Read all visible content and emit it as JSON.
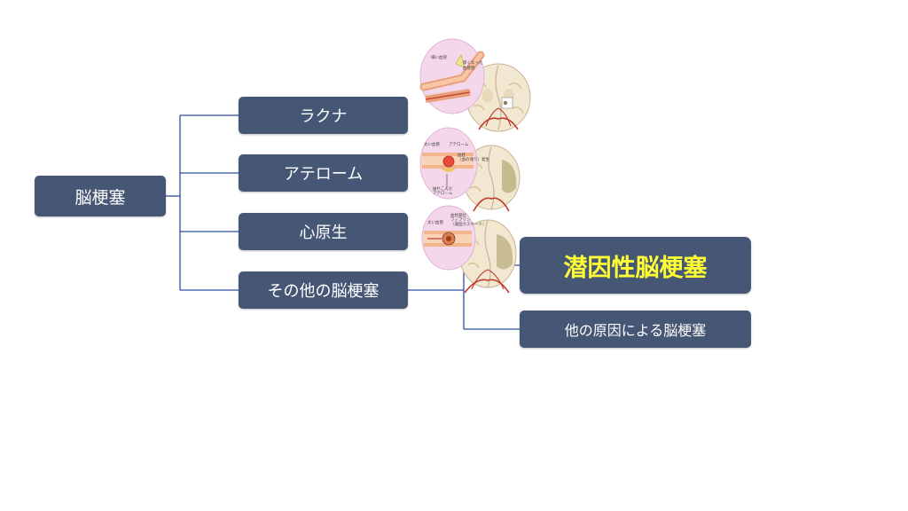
{
  "root": {
    "label": "脳梗塞"
  },
  "subtypes": [
    {
      "label": "ラクナ"
    },
    {
      "label": "アテローム"
    },
    {
      "label": "心原生"
    },
    {
      "label": "その他の脳梗塞"
    }
  ],
  "other_children": [
    {
      "label": "潜因性脳梗塞"
    },
    {
      "label": "他の原因による脳梗塞"
    }
  ],
  "illustrations": {
    "lacuna": {
      "labels": [
        "細い血管",
        "厚くなった",
        "血管壁"
      ]
    },
    "athero": {
      "labels": [
        "太い血管",
        "アテローム",
        "血栓",
        "（血の塊り）発生",
        "破れこんだ",
        "アテローム"
      ]
    },
    "cardio": {
      "labels": [
        "太い血管",
        "血栓部位",
        "フィブリン",
        "（凝固カスケード）"
      ]
    }
  },
  "colors": {
    "node_fill": "#465675",
    "node_text": "#ffffff",
    "highlight_text": "#ffff33",
    "connector": "#2f4f9f"
  }
}
